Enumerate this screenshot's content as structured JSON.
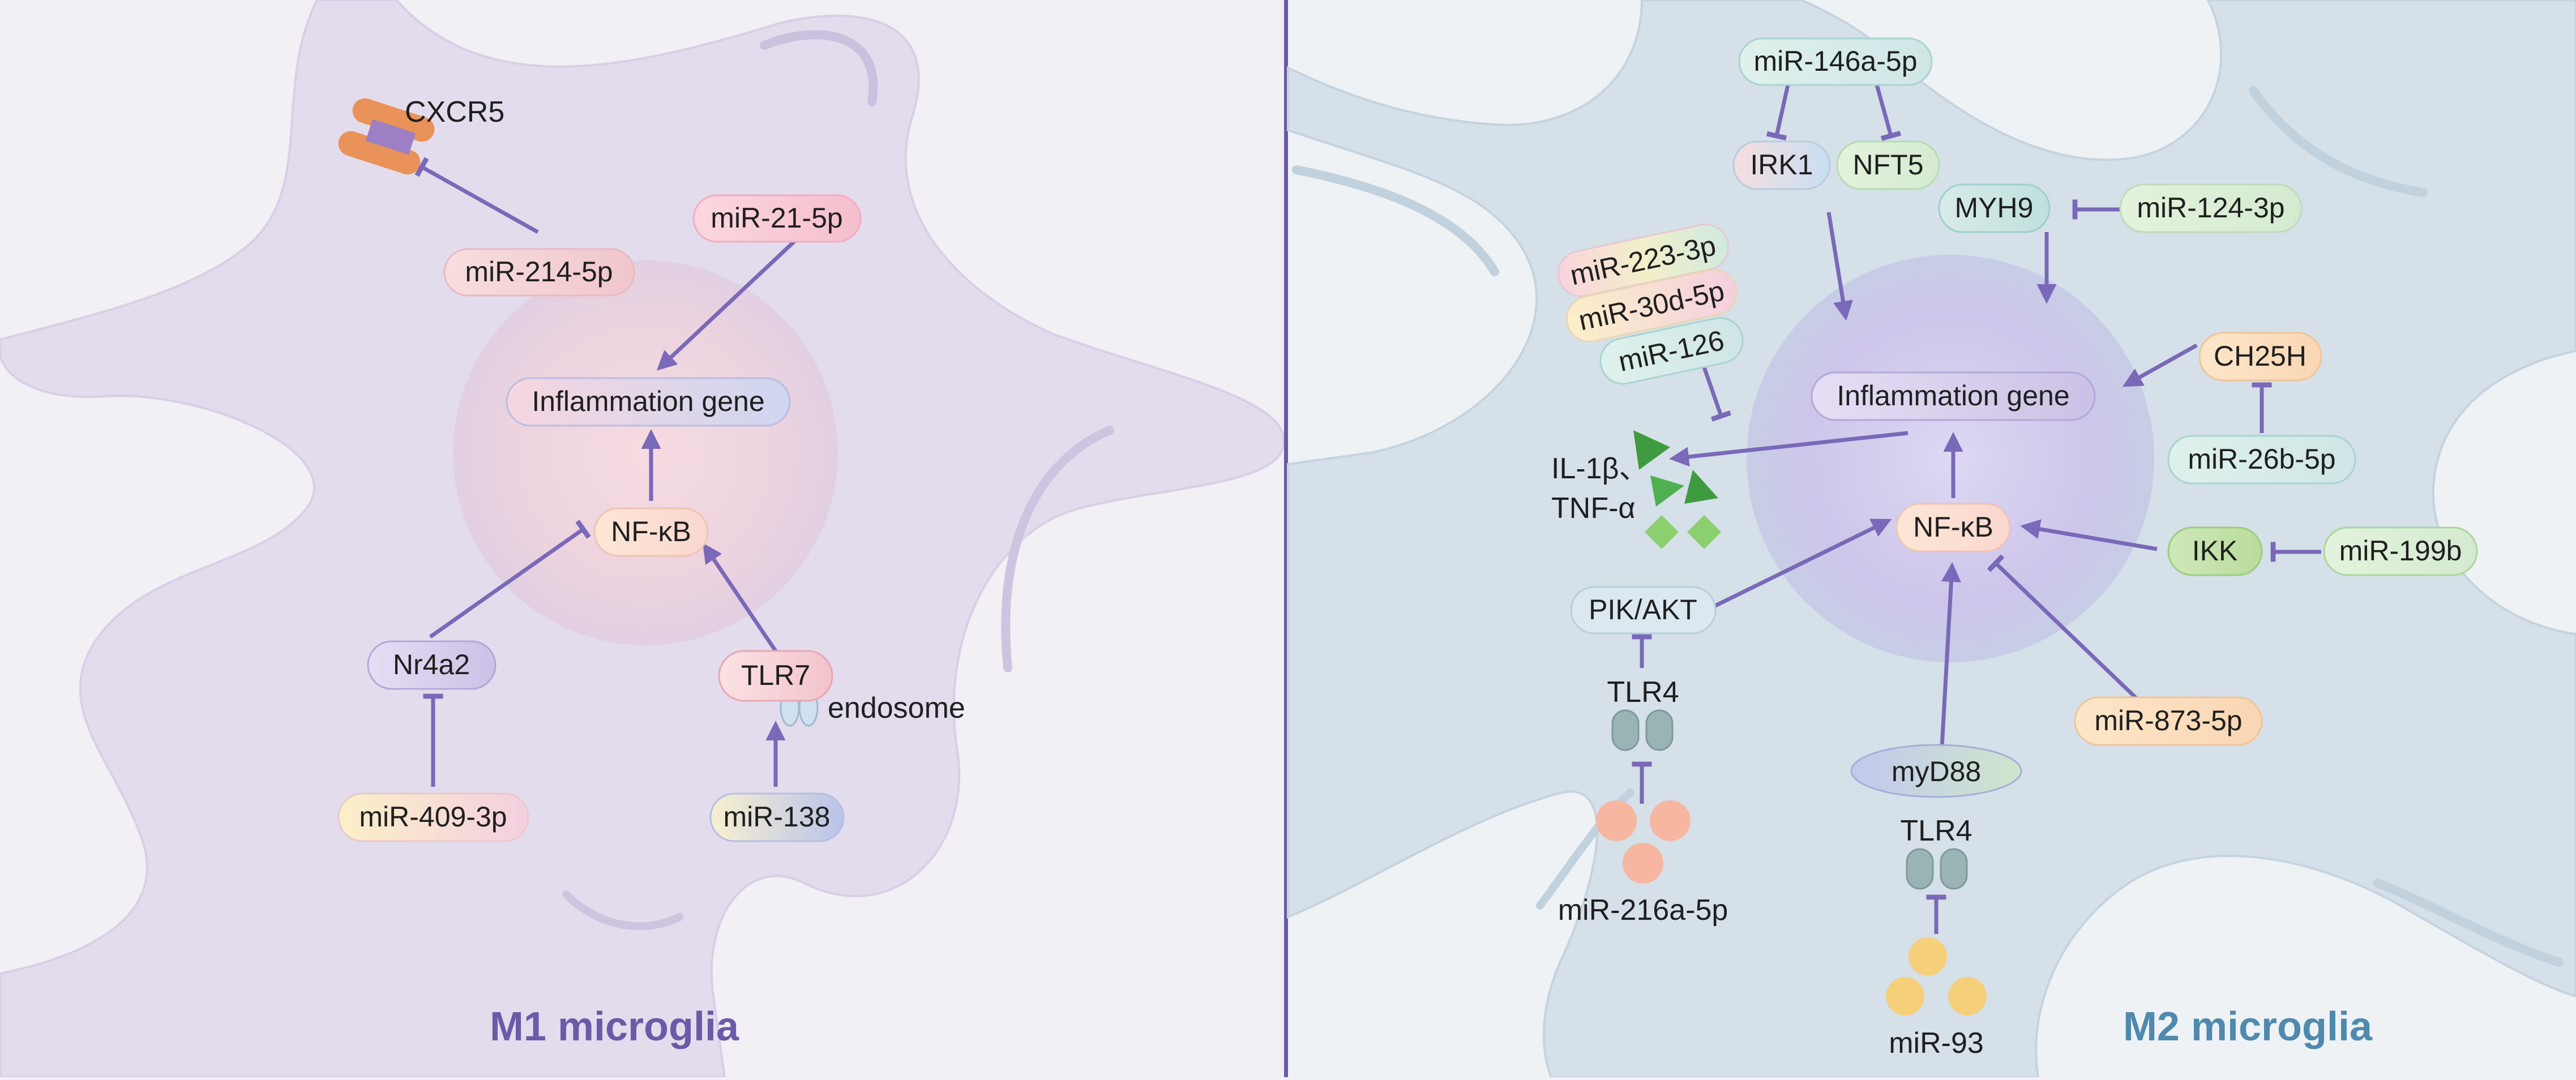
{
  "colors": {
    "arrow": "#7a68b8",
    "m1_title": "#6c5aa8",
    "m2_title": "#4f89ad",
    "divider": "#6a5aa6"
  },
  "m1": {
    "title": "M1 microglia",
    "receptor_label": "CXCR5",
    "endosome_label": "endosome",
    "nodes": {
      "mir214": "miR-214-5p",
      "mir21": "miR-21-5p",
      "gene": "Inflammation gene",
      "nfkb": "NF-κB",
      "nr4a2": "Nr4a2",
      "tlr7": "TLR7",
      "mir409": "miR-409-3p",
      "mir138": "miR-138"
    }
  },
  "m2": {
    "title": "M2 microglia",
    "cytokine_il": "IL-1β、",
    "cytokine_tnf": "TNF-α",
    "nodes": {
      "mir146": "miR-146a-5p",
      "irk1": "IRK1",
      "nft5": "NFT5",
      "myh9": "MYH9",
      "mir124": "miR-124-3p",
      "mir223": "miR-223-3p",
      "mir30d": "miR-30d-5p",
      "mir126": "miR-126",
      "gene": "Inflammation gene",
      "ch25h": "CH25H",
      "mir26b": "miR-26b-5p",
      "nfkb": "NF-κB",
      "ikk": "IKK",
      "mir199b": "miR-199b",
      "pikakt": "PIK/AKT",
      "tlr4a": "TLR4",
      "tlr4b": "TLR4",
      "myd88": "myD88",
      "mir873": "miR-873-5p",
      "mir216": "miR-216a-5p",
      "mir93": "miR-93"
    }
  }
}
